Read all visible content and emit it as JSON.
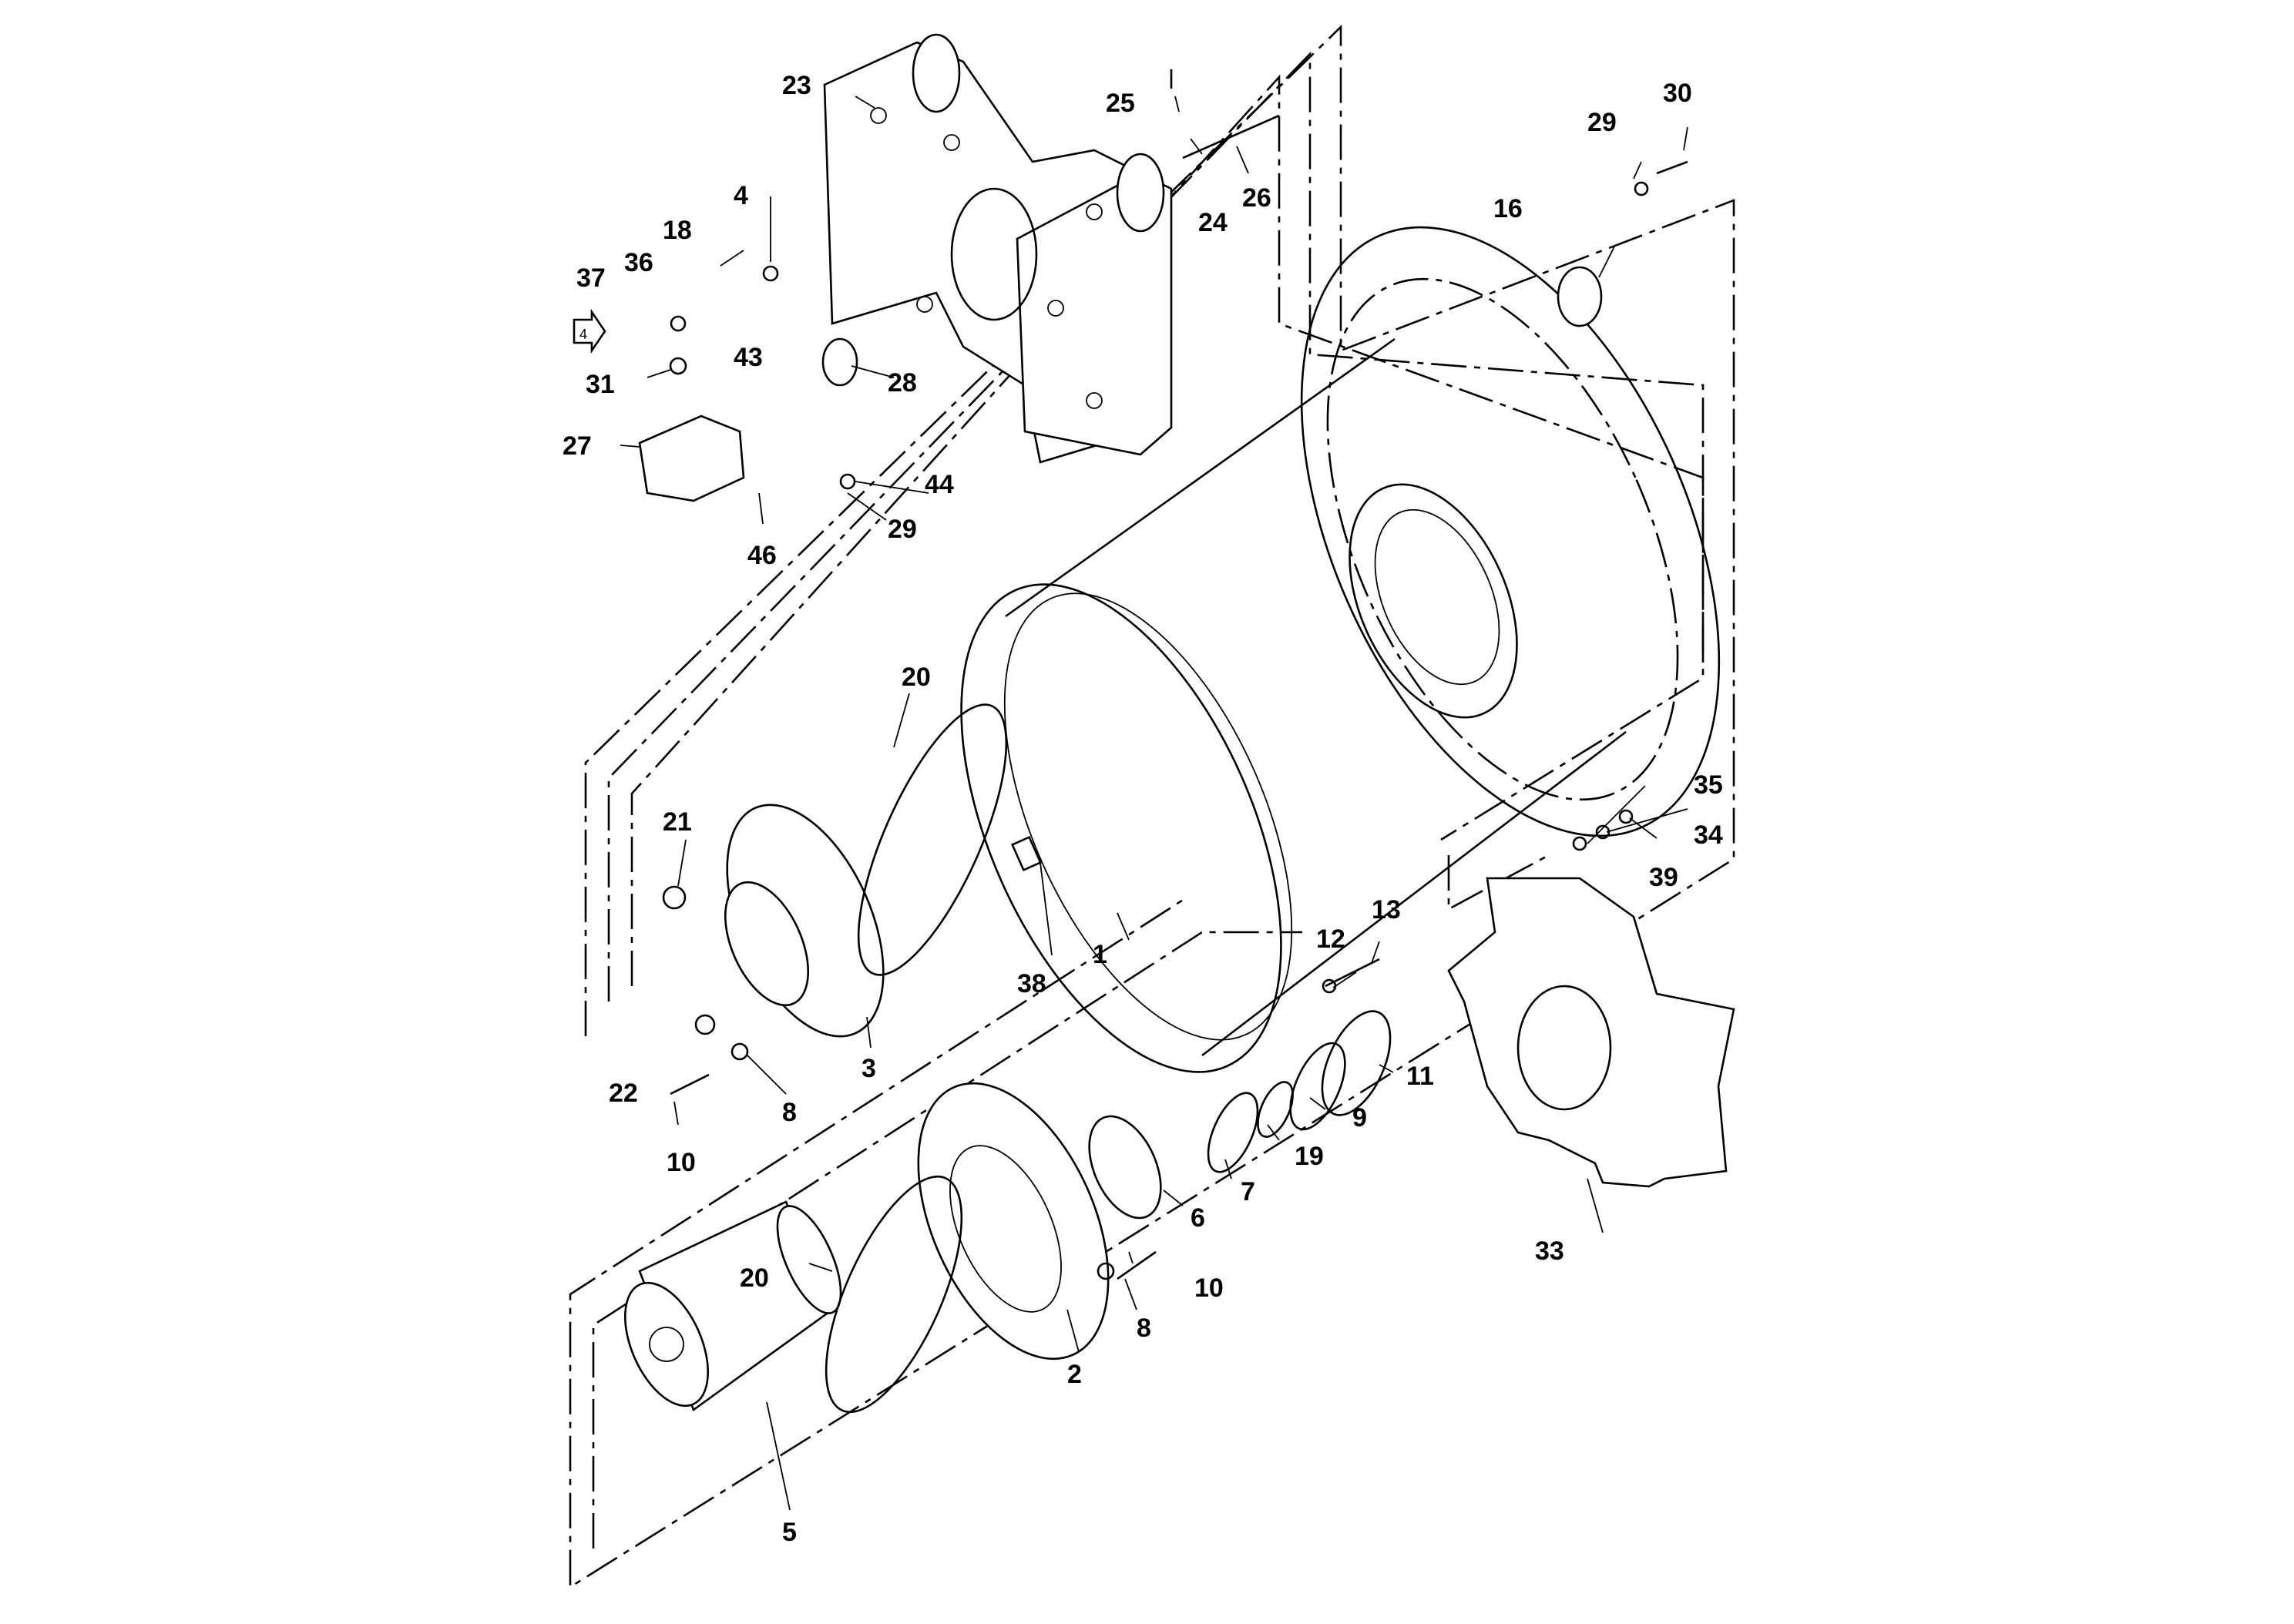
{
  "diagram": {
    "callouts": [
      {
        "id": "c1",
        "text": "1"
      },
      {
        "id": "c2",
        "text": "2"
      },
      {
        "id": "c3",
        "text": "3"
      },
      {
        "id": "c4",
        "text": "4"
      },
      {
        "id": "c5",
        "text": "5"
      },
      {
        "id": "c6",
        "text": "6"
      },
      {
        "id": "c7",
        "text": "7"
      },
      {
        "id": "c8a",
        "text": "8"
      },
      {
        "id": "c8b",
        "text": "8"
      },
      {
        "id": "c9",
        "text": "9"
      },
      {
        "id": "c10a",
        "text": "10"
      },
      {
        "id": "c10b",
        "text": "10"
      },
      {
        "id": "c11",
        "text": "11"
      },
      {
        "id": "c12",
        "text": "12"
      },
      {
        "id": "c13",
        "text": "13"
      },
      {
        "id": "c16",
        "text": "16"
      },
      {
        "id": "c18",
        "text": "18"
      },
      {
        "id": "c19",
        "text": "19"
      },
      {
        "id": "c20a",
        "text": "20"
      },
      {
        "id": "c20b",
        "text": "20"
      },
      {
        "id": "c21",
        "text": "21"
      },
      {
        "id": "c22",
        "text": "22"
      },
      {
        "id": "c23",
        "text": "23"
      },
      {
        "id": "c24",
        "text": "24"
      },
      {
        "id": "c25",
        "text": "25"
      },
      {
        "id": "c26",
        "text": "26"
      },
      {
        "id": "c27",
        "text": "27"
      },
      {
        "id": "c28",
        "text": "28"
      },
      {
        "id": "c29a",
        "text": "29"
      },
      {
        "id": "c29b",
        "text": "29"
      },
      {
        "id": "c30",
        "text": "30"
      },
      {
        "id": "c31",
        "text": "31"
      },
      {
        "id": "c33",
        "text": "33"
      },
      {
        "id": "c34",
        "text": "34"
      },
      {
        "id": "c35",
        "text": "35"
      },
      {
        "id": "c36",
        "text": "36"
      },
      {
        "id": "c37",
        "text": "37"
      },
      {
        "id": "c38",
        "text": "38"
      },
      {
        "id": "c39",
        "text": "39"
      },
      {
        "id": "c43",
        "text": "43"
      },
      {
        "id": "c44",
        "text": "44"
      },
      {
        "id": "c46",
        "text": "46"
      }
    ],
    "reference_arrow": {
      "text": "4"
    }
  }
}
